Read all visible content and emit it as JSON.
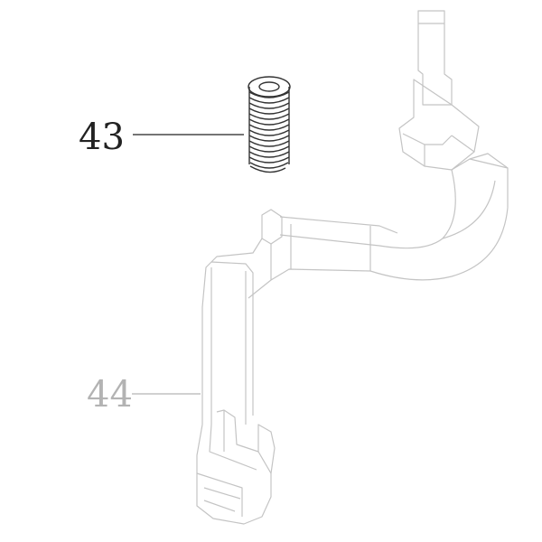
{
  "callouts": [
    {
      "label": "43",
      "part": "spring",
      "color": "#222222"
    },
    {
      "label": "44",
      "part": "lever",
      "color": "#b3b3b3"
    }
  ]
}
